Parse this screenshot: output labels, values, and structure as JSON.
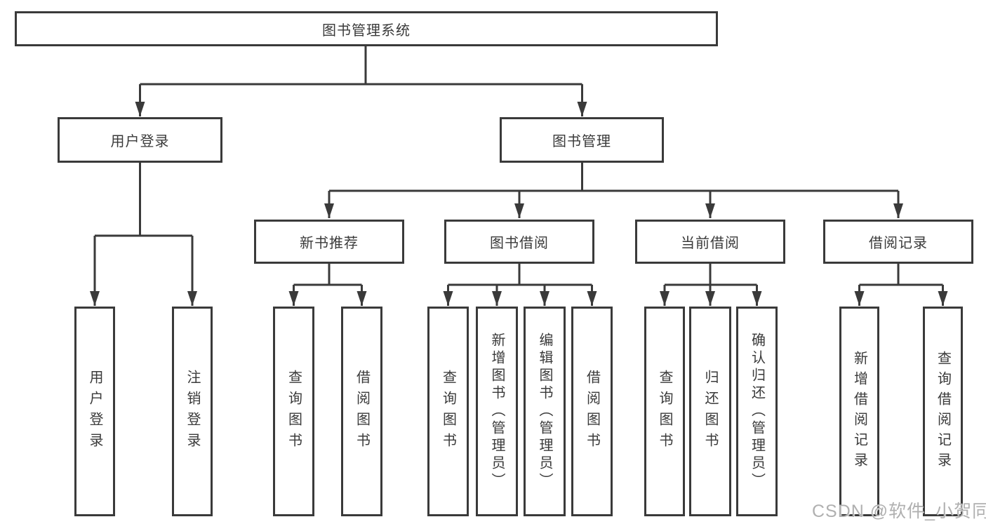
{
  "diagram": {
    "root": {
      "label": "图书管理系统"
    },
    "level2": [
      {
        "label": "用户登录",
        "parent": "图书管理系统"
      },
      {
        "label": "图书管理",
        "parent": "图书管理系统"
      }
    ],
    "level3": [
      {
        "label": "新书推荐",
        "parent": "图书管理"
      },
      {
        "label": "图书借阅",
        "parent": "图书管理"
      },
      {
        "label": "当前借阅",
        "parent": "图书管理"
      },
      {
        "label": "借阅记录",
        "parent": "图书管理"
      }
    ],
    "leaves": [
      {
        "label": "用户登录",
        "parent": "用户登录"
      },
      {
        "label": "注销登录",
        "parent": "用户登录"
      },
      {
        "label": "查询图书",
        "parent": "新书推荐"
      },
      {
        "label": "借阅图书",
        "parent": "新书推荐"
      },
      {
        "label": "查询图书",
        "parent": "图书借阅"
      },
      {
        "label": "新增图书（管理员）",
        "parent": "图书借阅"
      },
      {
        "label": "编辑图书（管理员）",
        "parent": "图书借阅"
      },
      {
        "label": "借阅图书",
        "parent": "图书借阅"
      },
      {
        "label": "查询图书",
        "parent": "当前借阅"
      },
      {
        "label": "归还图书",
        "parent": "当前借阅"
      },
      {
        "label": "确认归还（管理员）",
        "parent": "当前借阅"
      },
      {
        "label": "新增借阅记录",
        "parent": "借阅记录"
      },
      {
        "label": "查询借阅记录",
        "parent": "借阅记录"
      }
    ],
    "colors": {
      "line": "#3a3a3a",
      "box_border": "#3a3a3a",
      "box_fill": "#ffffff",
      "text": "#3a3a3a",
      "watermark": "#b0b0b0",
      "background": "#ffffff"
    }
  },
  "watermark": {
    "text": "CSDN @软件_小贺同学"
  }
}
